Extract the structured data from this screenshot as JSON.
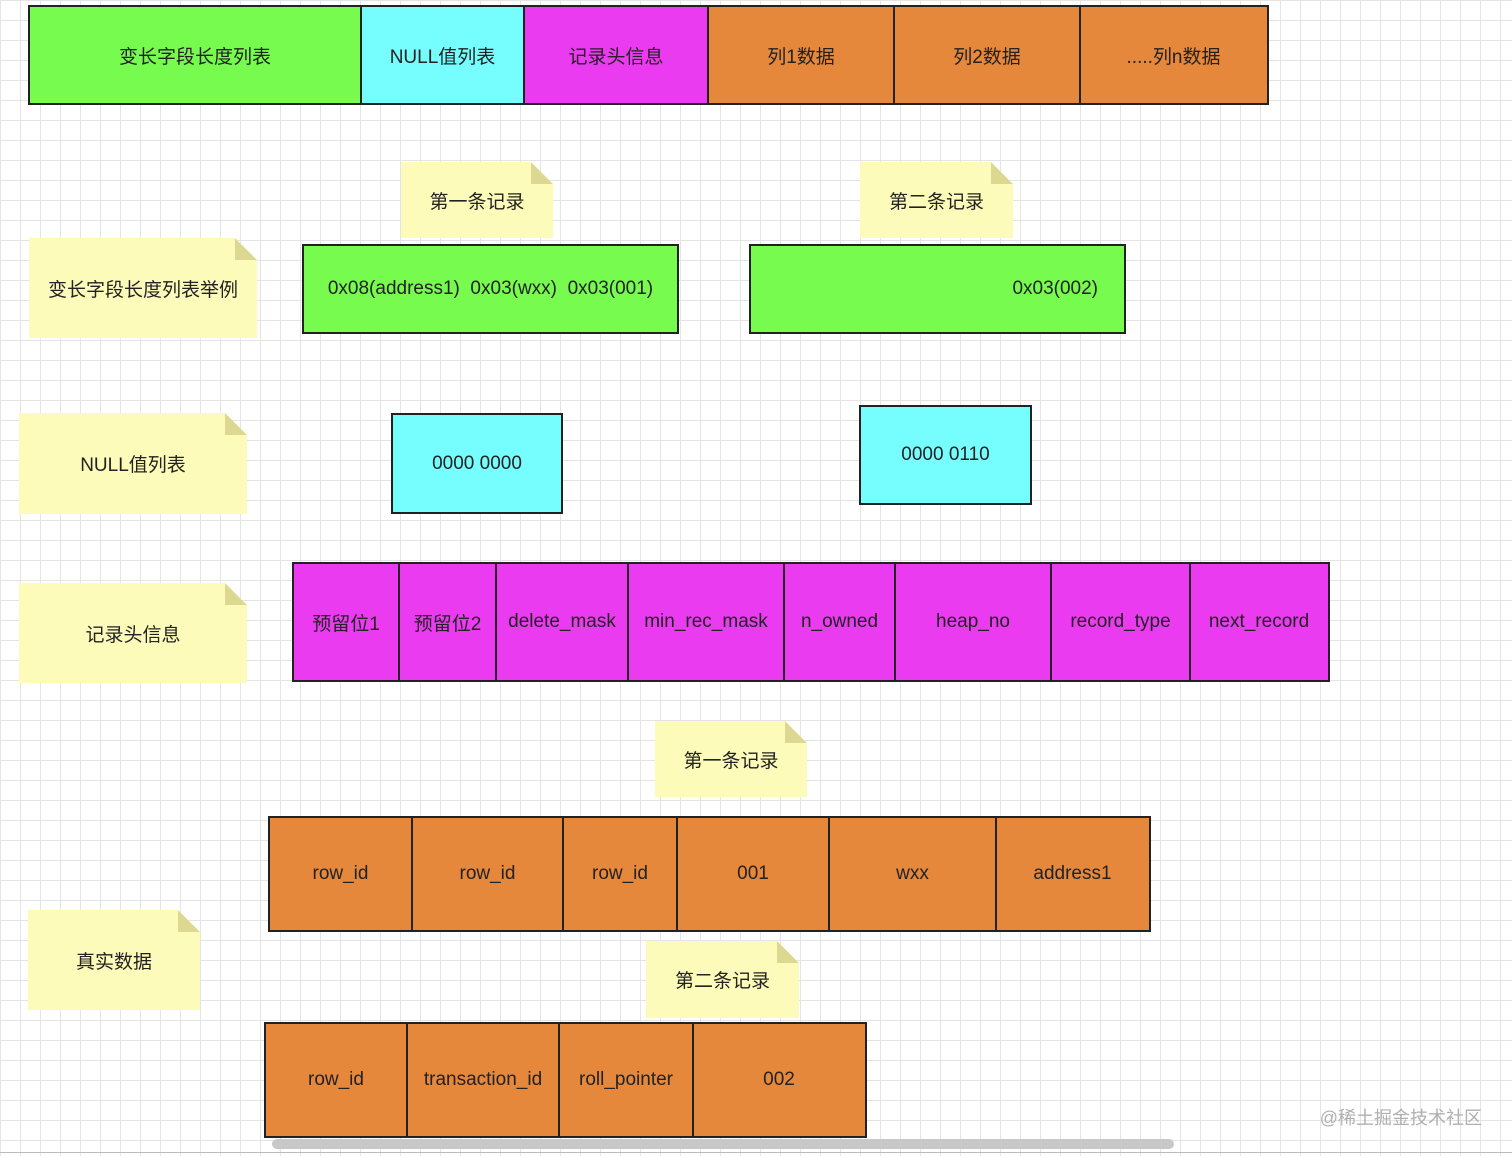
{
  "top_row": [
    "变长字段长度列表",
    "NULL值列表",
    "记录头信息",
    "列1数据",
    "列2数据",
    ".....列n数据"
  ],
  "notes": {
    "first_record_1": "第一条记录",
    "second_record_1": "第二条记录",
    "varlen_example": "变长字段长度列表举例",
    "null_list": "NULL值列表",
    "record_header": "记录头信息",
    "first_record_2": "第一条记录",
    "real_data": "真实数据",
    "second_record_2": "第二条记录"
  },
  "varlen": {
    "record1": "0x08(address1)  0x03(wxx)  0x03(001)",
    "record2": "0x03(002)"
  },
  "null_values": {
    "record1": "0000 0000",
    "record2": "0000 0110"
  },
  "header_fields": [
    "预留位1",
    "预留位2",
    "delete_mask",
    "min_rec_mask",
    "n_owned",
    "heap_no",
    "record_type",
    "next_record"
  ],
  "data_row1": [
    "row_id",
    "row_id",
    "row_id",
    "001",
    "wxx",
    "address1"
  ],
  "data_row2": [
    "row_id",
    "transaction_id",
    "roll_pointer",
    "002"
  ],
  "watermark": "@稀土掘金技术社区"
}
